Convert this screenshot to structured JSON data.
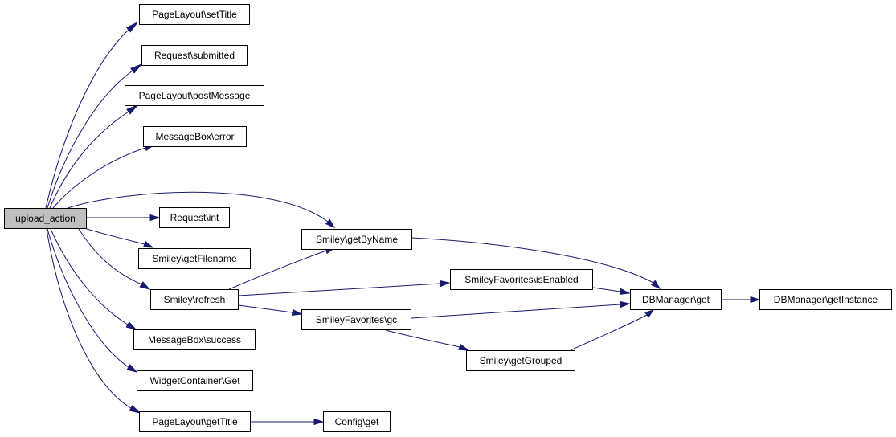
{
  "diagram": {
    "edge_color": "#191970",
    "root_fill": "#bfbfbf",
    "nodes": {
      "upload_action": "upload_action",
      "setTitle": "PageLayout\\setTitle",
      "submitted": "Request\\submitted",
      "postMessage": "PageLayout\\postMessage",
      "mbError": "MessageBox\\error",
      "reqInt": "Request\\int",
      "getFilename": "Smiley\\getFilename",
      "refresh": "Smiley\\refresh",
      "mbSuccess": "MessageBox\\success",
      "wcGet": "WidgetContainer\\Get",
      "getTitle": "PageLayout\\getTitle",
      "configGet": "Config\\get",
      "getByName": "Smiley\\getByName",
      "isEnabled": "SmileyFavorites\\isEnabled",
      "favGc": "SmileyFavorites\\gc",
      "getGrouped": "Smiley\\getGrouped",
      "dbGet": "DBManager\\get",
      "getInstance": "DBManager\\getInstance"
    },
    "edges": [
      [
        "upload_action",
        "setTitle"
      ],
      [
        "upload_action",
        "submitted"
      ],
      [
        "upload_action",
        "postMessage"
      ],
      [
        "upload_action",
        "mbError"
      ],
      [
        "upload_action",
        "getByName"
      ],
      [
        "upload_action",
        "reqInt"
      ],
      [
        "upload_action",
        "getFilename"
      ],
      [
        "upload_action",
        "refresh"
      ],
      [
        "upload_action",
        "mbSuccess"
      ],
      [
        "upload_action",
        "wcGet"
      ],
      [
        "upload_action",
        "getTitle"
      ],
      [
        "getTitle",
        "configGet"
      ],
      [
        "refresh",
        "getByName"
      ],
      [
        "refresh",
        "isEnabled"
      ],
      [
        "refresh",
        "favGc"
      ],
      [
        "getByName",
        "dbGet"
      ],
      [
        "isEnabled",
        "dbGet"
      ],
      [
        "favGc",
        "dbGet"
      ],
      [
        "favGc",
        "getGrouped"
      ],
      [
        "getGrouped",
        "dbGet"
      ],
      [
        "dbGet",
        "getInstance"
      ]
    ]
  }
}
